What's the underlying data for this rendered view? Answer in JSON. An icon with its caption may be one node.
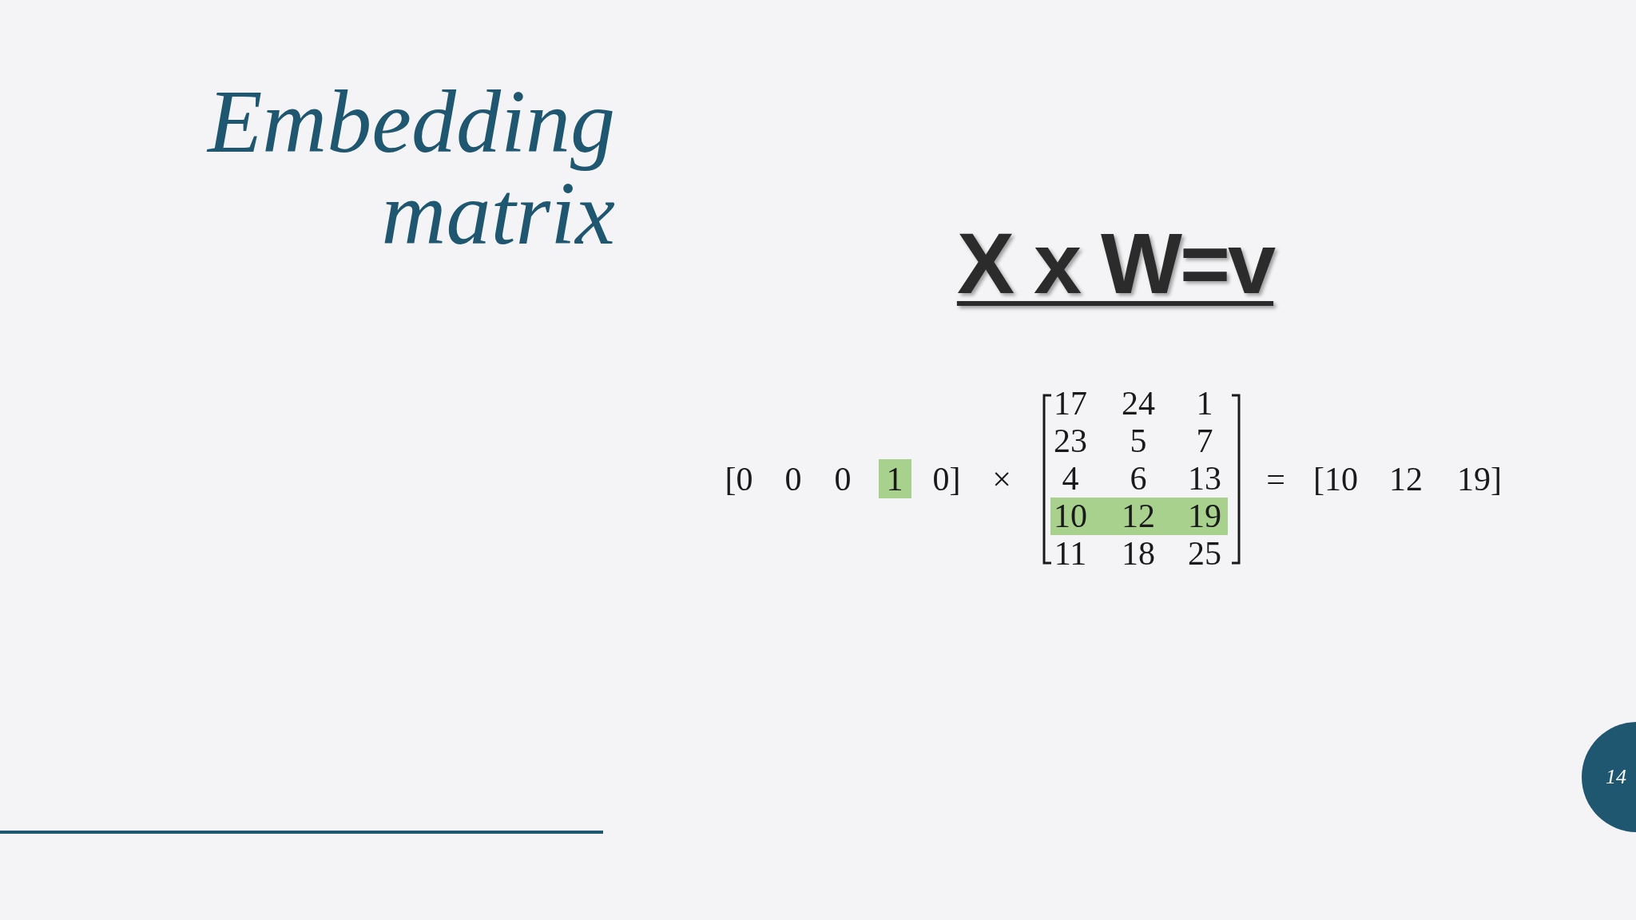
{
  "diagram": {
    "title": "Embedding matrix",
    "nodes": [
      {
        "text": [
          "14"
        ]
      }
    ],
    "edges": [],
    "labels": [
      "X x W=v",
      "[0",
      "0",
      "0",
      "1",
      "0]",
      "×",
      "17",
      "24",
      "1",
      "23",
      "5",
      "7",
      "4",
      "6",
      "13",
      "10",
      "12",
      "19",
      "11",
      "18",
      "25",
      "=",
      "[10",
      "12",
      "19]"
    ]
  }
}
